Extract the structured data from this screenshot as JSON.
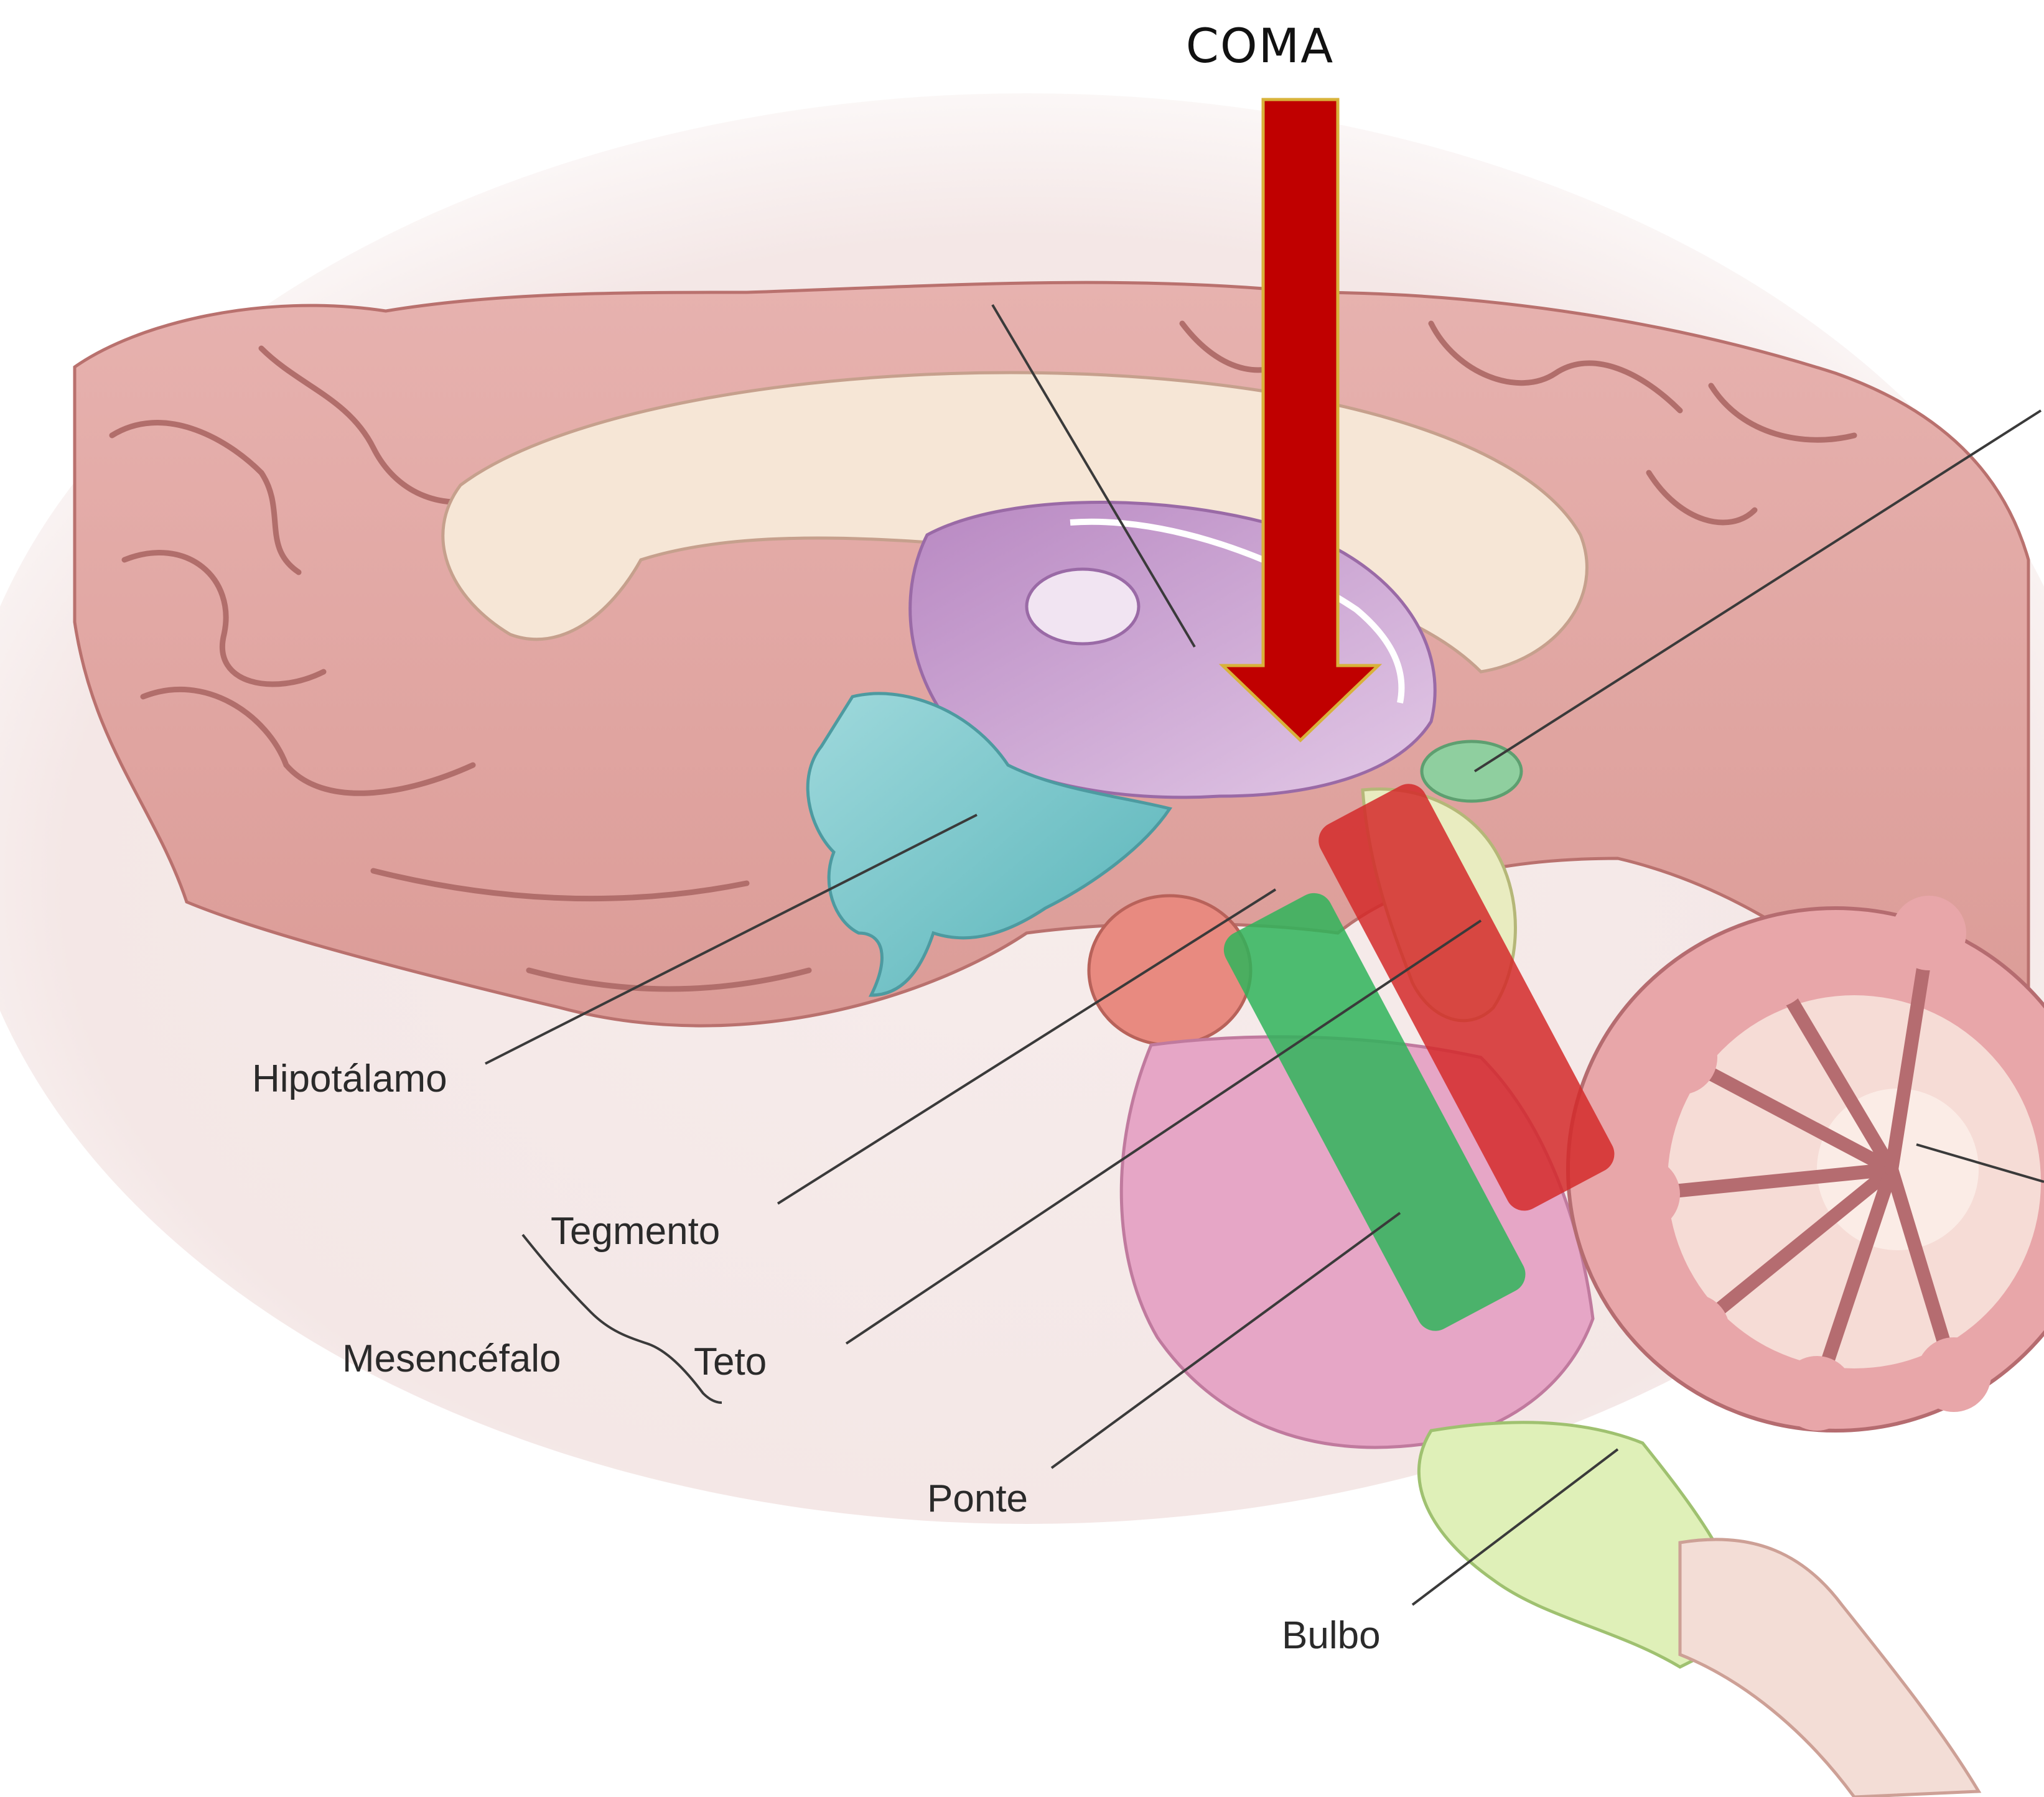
{
  "title": "COMA",
  "labels": {
    "hypothalamus": "Hipotálamo",
    "tegmentum": "Tegmento",
    "midbrain": "Mesencéfalo",
    "tectum": "Teto",
    "pons": "Ponte",
    "medulla": "Bulbo"
  },
  "colors": {
    "arrow": "#c00000",
    "arrow_outline": "#d8b23a",
    "highlight_green": "#2fb45a",
    "highlight_red": "#d42a2a",
    "brain_tissue": "#e9b3b0",
    "ventricle": "#6fc2c6",
    "thalamus": "#c79ad0",
    "pons": "#e8a8c8",
    "medulla": "#dcefb8",
    "cerebellum": "#e9a7ab"
  }
}
